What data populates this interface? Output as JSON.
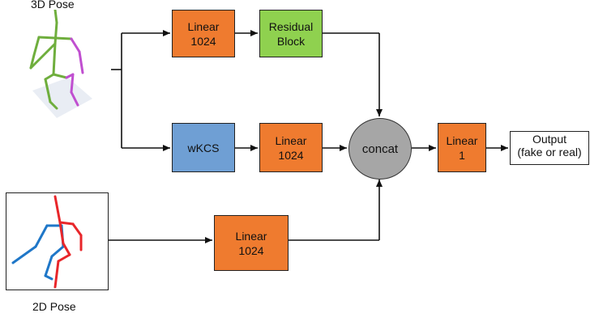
{
  "inputs": {
    "pose3d_label": "3D Pose",
    "pose2d_label": "2D Pose"
  },
  "blocks": {
    "linear_top": {
      "line1": "Linear",
      "line2": "1024"
    },
    "residual": {
      "line1": "Residual",
      "line2": "Block"
    },
    "wkcs": {
      "line1": "wKCS"
    },
    "linear_mid": {
      "line1": "Linear",
      "line2": "1024"
    },
    "concat": {
      "line1": "concat"
    },
    "linear_out": {
      "line1": "Linear",
      "line2": "1"
    },
    "linear_bottom": {
      "line1": "Linear",
      "line2": "1024"
    }
  },
  "output": {
    "line1": "Output",
    "line2": "(fake or real)"
  },
  "colors": {
    "linear": "#ef7b2f",
    "residual": "#8fd14f",
    "wkcs": "#6f9fd4",
    "concat": "#a6a6a6",
    "pose_left": "#1f77c8",
    "pose_right": "#e8262a",
    "pose3d_green": "#6fae3d",
    "pose3d_magenta": "#c04fd0"
  }
}
